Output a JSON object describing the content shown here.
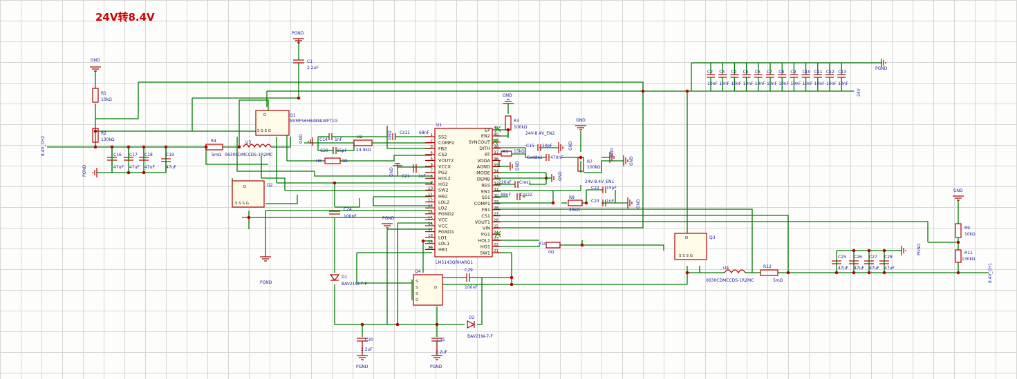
{
  "title": "24V转8.4V",
  "ic": {
    "ref": "U1",
    "part": "LM5143QRHARQ1",
    "left_pins": [
      {
        "num": "1",
        "name": "SS2"
      },
      {
        "num": "2",
        "name": "COMP2"
      },
      {
        "num": "3",
        "name": "FB2"
      },
      {
        "num": "4",
        "name": "CS2"
      },
      {
        "num": "5",
        "name": "VOUT2"
      },
      {
        "num": "6",
        "name": "VCCX"
      },
      {
        "num": "7",
        "name": "PG2"
      },
      {
        "num": "8",
        "name": "HOL2"
      },
      {
        "num": "9",
        "name": "HO2"
      },
      {
        "num": "10",
        "name": "SW2"
      },
      {
        "num": "11",
        "name": "HB2"
      },
      {
        "num": "12",
        "name": "LOL2"
      },
      {
        "num": "13",
        "name": "LO2"
      },
      {
        "num": "14",
        "name": "PGND2"
      },
      {
        "num": "15",
        "name": "VCC"
      },
      {
        "num": "16",
        "name": "VCC"
      },
      {
        "num": "17",
        "name": "PGND1"
      },
      {
        "num": "18",
        "name": "LO1"
      },
      {
        "num": "19",
        "name": "LOL1"
      },
      {
        "num": "20",
        "name": "HB1"
      }
    ],
    "right_pins": [
      {
        "num": "41",
        "name": "EP"
      },
      {
        "num": "40",
        "name": "EN2"
      },
      {
        "num": "39",
        "name": "SYNCOUT"
      },
      {
        "num": "38",
        "name": "DITH"
      },
      {
        "num": "37",
        "name": "RT"
      },
      {
        "num": "36",
        "name": "VDDA"
      },
      {
        "num": "35",
        "name": "AGND"
      },
      {
        "num": "34",
        "name": "MODE"
      },
      {
        "num": "33",
        "name": "DEMB"
      },
      {
        "num": "32",
        "name": "RES"
      },
      {
        "num": "31",
        "name": "EN1"
      },
      {
        "num": "30",
        "name": "SS1"
      },
      {
        "num": "29",
        "name": "COMP1"
      },
      {
        "num": "28",
        "name": "FB1"
      },
      {
        "num": "27",
        "name": "CS1"
      },
      {
        "num": "26",
        "name": "VOUT1"
      },
      {
        "num": "25",
        "name": "VIN"
      },
      {
        "num": "24",
        "name": "PG1"
      },
      {
        "num": "23",
        "name": "HOL1"
      },
      {
        "num": "22",
        "name": "HO1"
      },
      {
        "num": "21",
        "name": "SW1"
      }
    ]
  },
  "components": {
    "C1": {
      "ref": "C1",
      "val": "2.2uF"
    },
    "R1": {
      "ref": "R1",
      "val": "10kΩ"
    },
    "R2": {
      "ref": "R2",
      "val": "130kΩ"
    },
    "R4": {
      "ref": "R4",
      "val": "5mΩ"
    },
    "U3": {
      "ref": "U3",
      "val": "0630CDMCCDS-1R2MC"
    },
    "Q1": {
      "ref": "Q1",
      "val": "NVMFS6H848NLWFT1G"
    },
    "Q2": {
      "ref": "Q2"
    },
    "Q3": {
      "ref": "Q3"
    },
    "Q4": {
      "ref": "Q4"
    },
    "C14": {
      "ref": "C14",
      "val": "1nF"
    },
    "C20": {
      "ref": "C20",
      "val": "15pF"
    },
    "U2": {
      "ref": "U2",
      "val": "24.9kΩ"
    },
    "Cs11": {
      "ref": "Cs11",
      "val": "68nF"
    },
    "C21": {
      "ref": "C21",
      "val": "1uF"
    },
    "H6": {
      "ref": "H6",
      "val": "0Ω"
    },
    "C24": {
      "ref": "C24",
      "val": "100nF"
    },
    "C16": {
      "ref": "C16",
      "val": "47uF"
    },
    "C17": {
      "ref": "C17",
      "val": "47uF"
    },
    "C18": {
      "ref": "C18",
      "val": "47uF"
    },
    "C19": {
      "ref": "C19",
      "val": "47uF"
    },
    "D1": {
      "ref": "D1",
      "val": "BAV21W-7-F"
    },
    "D2": {
      "ref": "D2",
      "val": "BAV21W-7-F"
    },
    "C29": {
      "ref": "C29",
      "val": "100nF"
    },
    "C30": {
      "ref": "C30",
      "val": "2.2uF"
    },
    "C31": {
      "ref": "C31",
      "val": "2.2uF"
    },
    "R3": {
      "ref": "R3",
      "val": "100kΩ"
    },
    "R5": {
      "ref": "R5",
      "val": "15kΩ"
    },
    "C15": {
      "ref": "C15",
      "val": "10pF"
    },
    "Cvdda1": {
      "ref": "Cvdda1",
      "val": "470nF"
    },
    "R7": {
      "ref": "R7",
      "val": "100kΩ"
    },
    "Cres1": {
      "ref": "Cres1",
      "val": "220nF"
    },
    "Css22": {
      "ref": "Css22",
      "val": "68nF"
    },
    "C22": {
      "ref": "C22",
      "val": "15pF"
    },
    "R8": {
      "ref": "R8",
      "val": "20kΩ"
    },
    "C23": {
      "ref": "C23",
      "val": "1nF"
    },
    "R10": {
      "ref": "R10",
      "val": "0Ω"
    },
    "U4": {
      "ref": "U4",
      "val": "0630CDMCCDS-1R2MC"
    },
    "R12": {
      "ref": "R12",
      "val": "5mΩ"
    },
    "C25": {
      "ref": "C25",
      "val": "47uF"
    },
    "C26": {
      "ref": "C26",
      "val": "47uF"
    },
    "C27": {
      "ref": "C27",
      "val": "47uF"
    },
    "C28": {
      "ref": "C28",
      "val": "47uF"
    },
    "R9": {
      "ref": "R9",
      "val": "10kΩ"
    },
    "R11": {
      "ref": "R11",
      "val": "130kΩ"
    }
  },
  "input_caps": [
    {
      "ref": "C2",
      "val": "10nF"
    },
    {
      "ref": "C3",
      "val": "10nF"
    },
    {
      "ref": "C4",
      "val": "10nF"
    },
    {
      "ref": "C5",
      "val": "10nF"
    },
    {
      "ref": "C6",
      "val": "10nF"
    },
    {
      "ref": "C7",
      "val": "10nF"
    },
    {
      "ref": "C8",
      "val": "10nF"
    },
    {
      "ref": "C9",
      "val": "10nF"
    },
    {
      "ref": "C10",
      "val": "10nF"
    },
    {
      "ref": "C11",
      "val": "10nF"
    },
    {
      "ref": "C12",
      "val": "10nF"
    },
    {
      "ref": "C13",
      "val": "10nF"
    }
  ],
  "nets": {
    "pgnd": "PGND",
    "gnd": "GND",
    "ch2": "8.4V_CH2",
    "ch1": "8.4V_CH1",
    "v24": "24V",
    "en2": "24V-8.4V_EN2",
    "en1": "24V-8.4V_EN1"
  },
  "colors": {
    "wire": "#007a00",
    "part": "#b00000",
    "text": "#1a1aa0",
    "title": "#d00000"
  }
}
